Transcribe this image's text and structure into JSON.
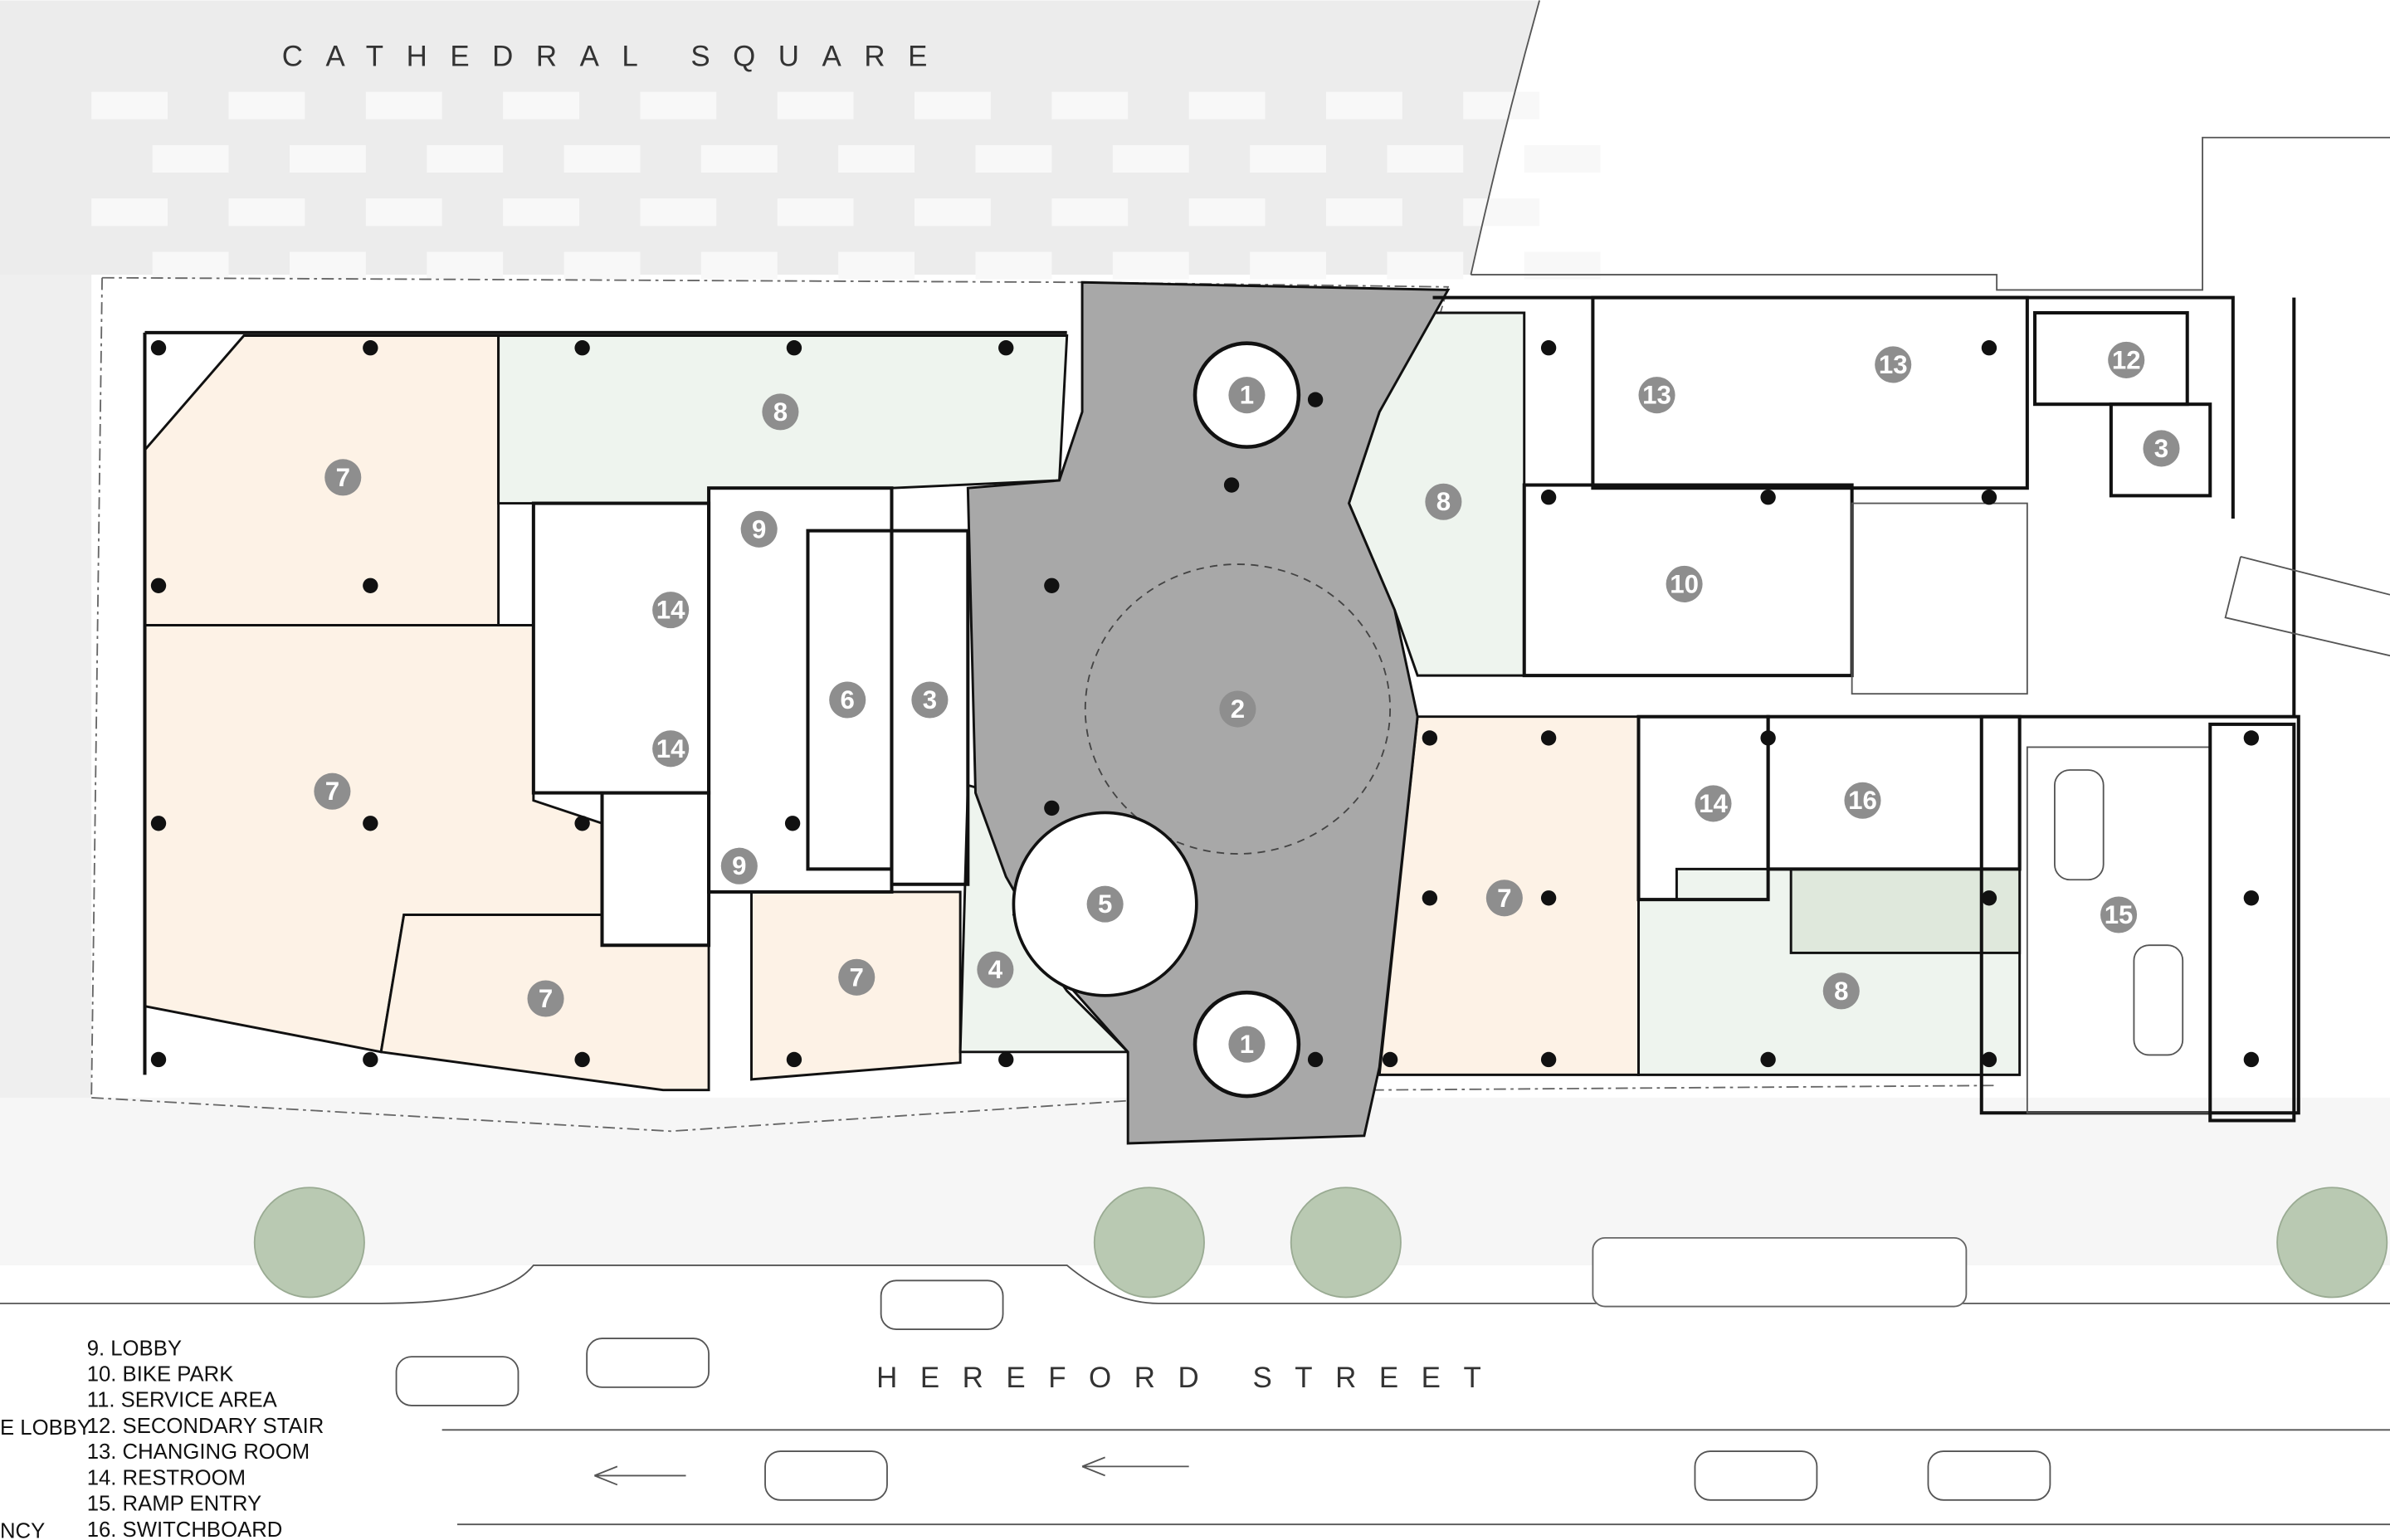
{
  "streets": {
    "north": "CATHEDRAL SQUARE",
    "south": "HEREFORD STREET"
  },
  "legend": {
    "partial": [
      "E LOBBY",
      "NCY"
    ],
    "items": [
      "9. LOBBY",
      "10. BIKE PARK",
      "11. SERVICE AREA",
      "12. SECONDARY STAIR",
      "13. CHANGING ROOM",
      "14. RESTROOM",
      "15. RAMP ENTRY",
      "16. SWITCHBOARD"
    ]
  },
  "room_labels": [
    "1",
    "1",
    "2",
    "3",
    "3",
    "4",
    "5",
    "6",
    "7",
    "7",
    "7",
    "7",
    "7",
    "8",
    "8",
    "8",
    "9",
    "9",
    "10",
    "12",
    "13",
    "13",
    "14",
    "14",
    "14",
    "15",
    "16"
  ],
  "colors": {
    "retail": "#fdf2e6",
    "green_space": "#eef4ee",
    "plaza": "#a8a8a8",
    "label_badge": "#8e8e8e",
    "tree": "#b9c9b2",
    "square_paving": "#ececec"
  }
}
